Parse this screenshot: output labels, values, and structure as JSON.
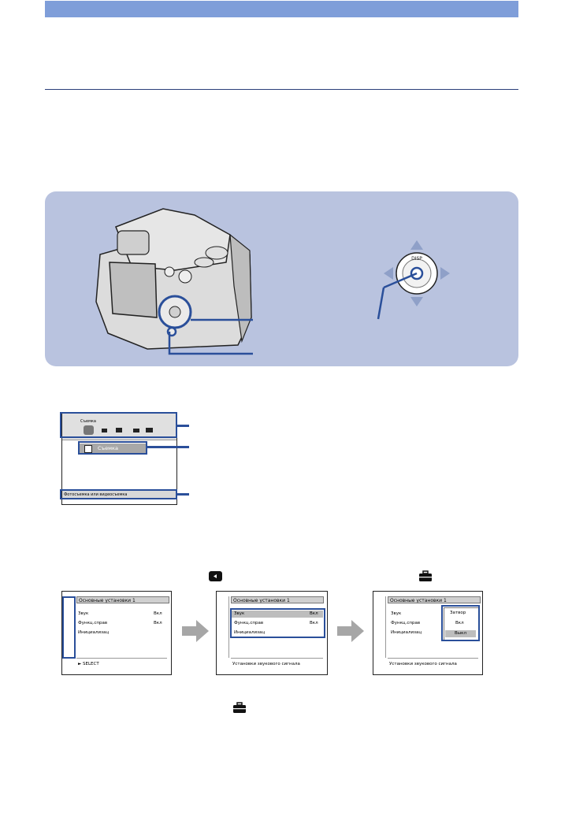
{
  "camera_panel": {
    "dpad_label": "DISP"
  },
  "home_screen": {
    "tab_caption": "Съемка",
    "selected_item": "Съемка",
    "footer": "Фотосъемка или видеосъемка"
  },
  "settings_screens": [
    {
      "title": "Основные установки 1",
      "rows": [
        {
          "label": "Звук",
          "value": "Вкл"
        },
        {
          "label": "Функц.справ",
          "value": "Вкл"
        },
        {
          "label": "Инициализац",
          "value": ""
        }
      ],
      "footer": "► SELECT"
    },
    {
      "title": "Основные установки 1",
      "rows": [
        {
          "label": "Звук",
          "value": "Вкл"
        },
        {
          "label": "Функц.справ",
          "value": "Вкл"
        },
        {
          "label": "Инициализац",
          "value": ""
        }
      ],
      "footer": "Установки звукового сигнала"
    },
    {
      "title": "Основные установки 1",
      "rows": [
        {
          "label": "Звук",
          "value": ""
        },
        {
          "label": "Функц.справ",
          "value": ""
        },
        {
          "label": "Инициализац",
          "value": ""
        }
      ],
      "options": [
        "Затвор",
        "Вкл",
        "Выкл"
      ],
      "footer": "Установки звукового сигнала"
    }
  ],
  "colors": {
    "header_bar": "#7f9ed9",
    "panel_bg": "#b9c3df",
    "highlight": "#2a4f9a",
    "arrow_gray": "#a6a6a6"
  }
}
